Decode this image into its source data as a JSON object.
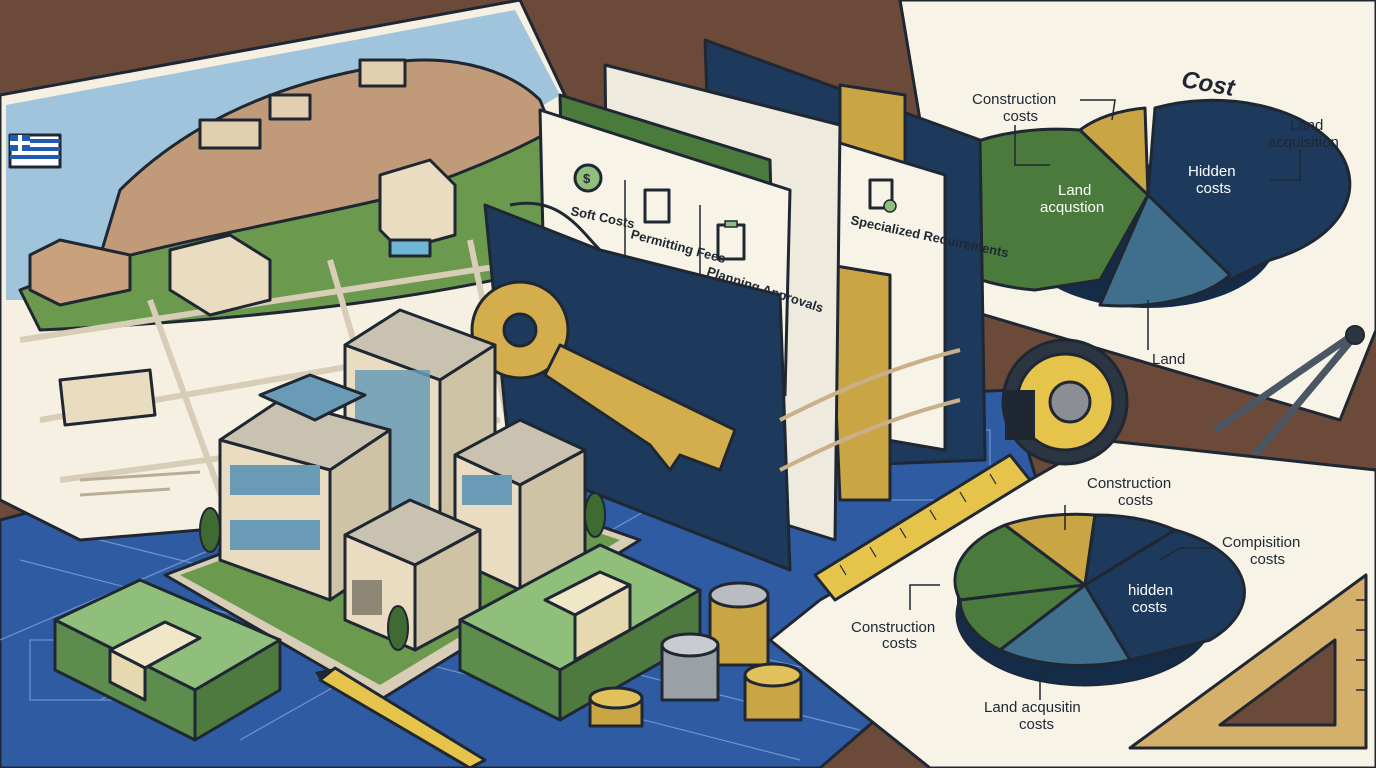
{
  "documents": {
    "soft_costs": "Soft Costs",
    "permitting_fees": "Permitting Fees",
    "planning_approvals": "Planning Approvals",
    "specialized_requirements": "Specialized Requirements"
  },
  "chart_top": {
    "title": "Cost",
    "labels": {
      "construction_1": "Construction",
      "construction_2": "costs",
      "land_acq_1": "Land",
      "land_acq_2": "acquisition",
      "hidden_1": "Hidden",
      "hidden_2": "costs",
      "land_acqustion_1": "Land",
      "land_acqustion_2": "acqustion",
      "land": "Land"
    }
  },
  "chart_bottom": {
    "labels": {
      "construction_top_1": "Construction",
      "construction_top_2": "costs",
      "compisition_1": "Compisition",
      "compisition_2": "costs",
      "hidden_1": "hidden",
      "hidden_2": "costs",
      "construction_left_1": "Construction",
      "construction_left_2": "costs",
      "land_acq_1": "Land acqusitin",
      "land_acq_2": "costs"
    }
  },
  "chart_data": [
    {
      "type": "pie",
      "title": "Cost",
      "categories": [
        "Construction costs",
        "Hidden costs",
        "Land",
        "Land acqustion"
      ],
      "values": [
        10,
        40,
        20,
        30
      ]
    },
    {
      "type": "pie",
      "categories": [
        "Construction costs",
        "Compisition costs",
        "hidden costs",
        "Land acqusitin costs",
        "Construction costs"
      ],
      "values": [
        15,
        15,
        25,
        20,
        25
      ]
    }
  ],
  "colors": {
    "table": "#6b4a3a",
    "navy": "#1d3a5c",
    "green": "#4a7a3c",
    "teal": "#3f6f8c",
    "gold": "#c9a544",
    "paper": "#f5f0e1",
    "cash": "#8fbf7a",
    "blueprint": "#2f5ba3"
  },
  "icons": [
    "greece-flag-icon",
    "money-bag-icon",
    "document-icon",
    "clipboard-icon",
    "key-icon",
    "tape-measure-icon",
    "compass-icon",
    "pencil-icon",
    "set-square-icon"
  ]
}
